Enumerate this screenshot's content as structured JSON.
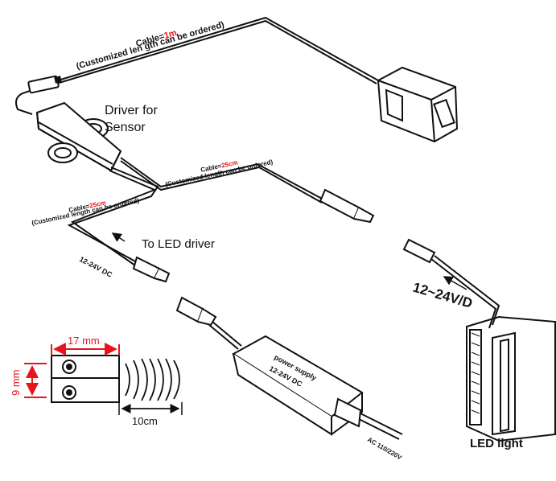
{
  "labels": {
    "driver_for_sensor_line1": "Driver for",
    "driver_for_sensor_line2": "Sensor",
    "to_led_driver": "To LED driver",
    "led_light": "LED light",
    "voltage_12_24vd": "12~24V/D",
    "dc_12_24v": "12-24V DC",
    "ac_110_220v": "AC 110/220V",
    "power_supply_line1": "power supply",
    "power_supply_line2": "12-24V DC"
  },
  "cable_top": {
    "prefix": "Cable=",
    "length": "1m",
    "note": "(Customized len gth can be ordered)"
  },
  "cable_mid": {
    "prefix": "Cable=",
    "length": "25cm",
    "note": "(Customized length can be ordered)"
  },
  "cable_left": {
    "prefix": "Cable=",
    "length": "25cm",
    "note": "(Customized length can be ordered)"
  },
  "dimensions": {
    "width": "17 mm",
    "height": "9 mm",
    "range": "10cm"
  },
  "colors": {
    "accent_red": "#e8141c",
    "line_black": "#111111"
  }
}
